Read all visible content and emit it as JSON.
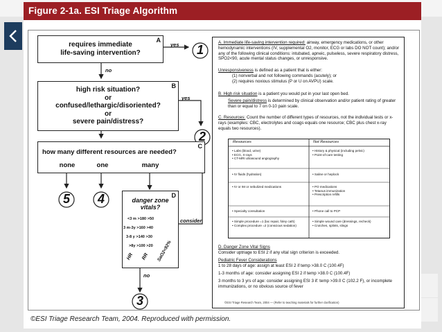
{
  "figure": {
    "title": "Figure 2-1a. ESI Triage Algorithm",
    "footer": "©ESI Triage Research Team, 2004. Reproduced with permission."
  },
  "flow": {
    "box_a": {
      "letter": "A",
      "line1": "requires immediate",
      "line2": "life-saving intervention?"
    },
    "box_b": {
      "letter": "B",
      "line1": "high risk situation?",
      "line2": "or",
      "line3": "confused/lethargic/disoriented?",
      "line4": "or",
      "line5": "severe pain/distress?"
    },
    "box_c": {
      "letter": "C",
      "question": "how many different resources are needed?",
      "none": "none",
      "one": "one",
      "many": "many"
    },
    "box_d": {
      "letter": "D",
      "line1": "danger zone",
      "line2": "vitals?",
      "rows": [
        {
          "age": "<3 m",
          "hr": ">180",
          "rr": ">50"
        },
        {
          "age": "3 m-3y",
          "hr": ">160",
          "rr": ">40"
        },
        {
          "age": "3-8 y",
          "hr": ">140",
          "rr": ">30"
        },
        {
          "age": ">8y",
          "hr": ">100",
          "rr": ">20"
        }
      ],
      "col_hr": "HR",
      "col_rr": "RR",
      "col_sao2": "SaO2<92%"
    },
    "yes_a": "yes",
    "yes_b": "yes",
    "no_a": "no",
    "no_b": "no",
    "no_d": "no",
    "consider": "consider",
    "levels": {
      "l1": "1",
      "l2": "2",
      "l3": "3",
      "l4": "4",
      "l5": "5"
    }
  },
  "notes": {
    "a_head": "A. Immediate life-saving intervention required:",
    "a_body": "airway, emergency medications, or other hemodynamic interventions (IV, supplemental O2, monitor, ECG or labs DO NOT count); and/or any of the following clinical conditions: intubated, apneic, pulseless, severe respiratory distress, SPO2<90, acute mental status changes, or unresponsive.",
    "unresp_head": "Unresponsiveness",
    "unresp_body": "is defined as a patient that is either:",
    "unresp_1": "(1) nonverbal and not following commands (acutely); or",
    "unresp_2": "(2) requires noxious stimulus (P or U on AVPU) scale.",
    "b_head": "B. High risk situation",
    "b_body": "is a patient you would put in your last open bed.",
    "severe_head": "Severe pain/distress",
    "severe_body": "is determined by clinical observation and/or patient rating of greater than or equal to 7 on 0-10 pain scale.",
    "c_head": "C. Resources:",
    "c_body": "Count the number of different types of resources, not the individual tests or x-rays (examples: CBC, electrolytes and coags equals one resource; CBC plus chest x-ray equals two resources).",
    "d_head": "D. Danger Zone Vital Signs",
    "d_body": "Consider uptriage to ESI 2 if any vital sign criterion is exceeded.",
    "fever_head": "Pediatric Fever Considerations",
    "fever_1": "1 to 28 days of age: assign at least ESI 2 if temp >38.0 C (100.4F)",
    "fever_2": "1-3 months of age: consider assigning ESI 2 if temp >38.0 C (100.4F)",
    "fever_3": "3 months to 3 yrs of age: consider assigning ESI 3 if: temp >39.0 C (102.2 F), or incomplete immunizations, or no obvious source of fever",
    "copyright_small": "©ESI Triage Research Team, 2004 — (Refer to teaching materials for further clarification)"
  },
  "resources_table": {
    "col1": "Resources",
    "col2": "Not Resources",
    "rows": [
      {
        "r": "• Labs (blood, urine)\n• ECG, X-rays\n• CT-MRI ultrasound angiography",
        "n": "• History & physical (including pelvic)\n• Point-of-care testing"
      },
      {
        "r": "• IV fluids (hydration)",
        "n": "• Saline or heplock"
      },
      {
        "r": "• IV or IM or nebulized medications",
        "n": "• PO medications\n• Tetanus immunization\n• Prescription refills"
      },
      {
        "r": "• Specialty consultation",
        "n": "• Phone call to PCP"
      },
      {
        "r": "• Simple procedure =1 (lac repair, foley cath)\n• Complex procedure =2 (conscious sedation)",
        "n": "• Simple wound care (dressings, recheck)\n• Crutches, splints, slings"
      }
    ]
  }
}
